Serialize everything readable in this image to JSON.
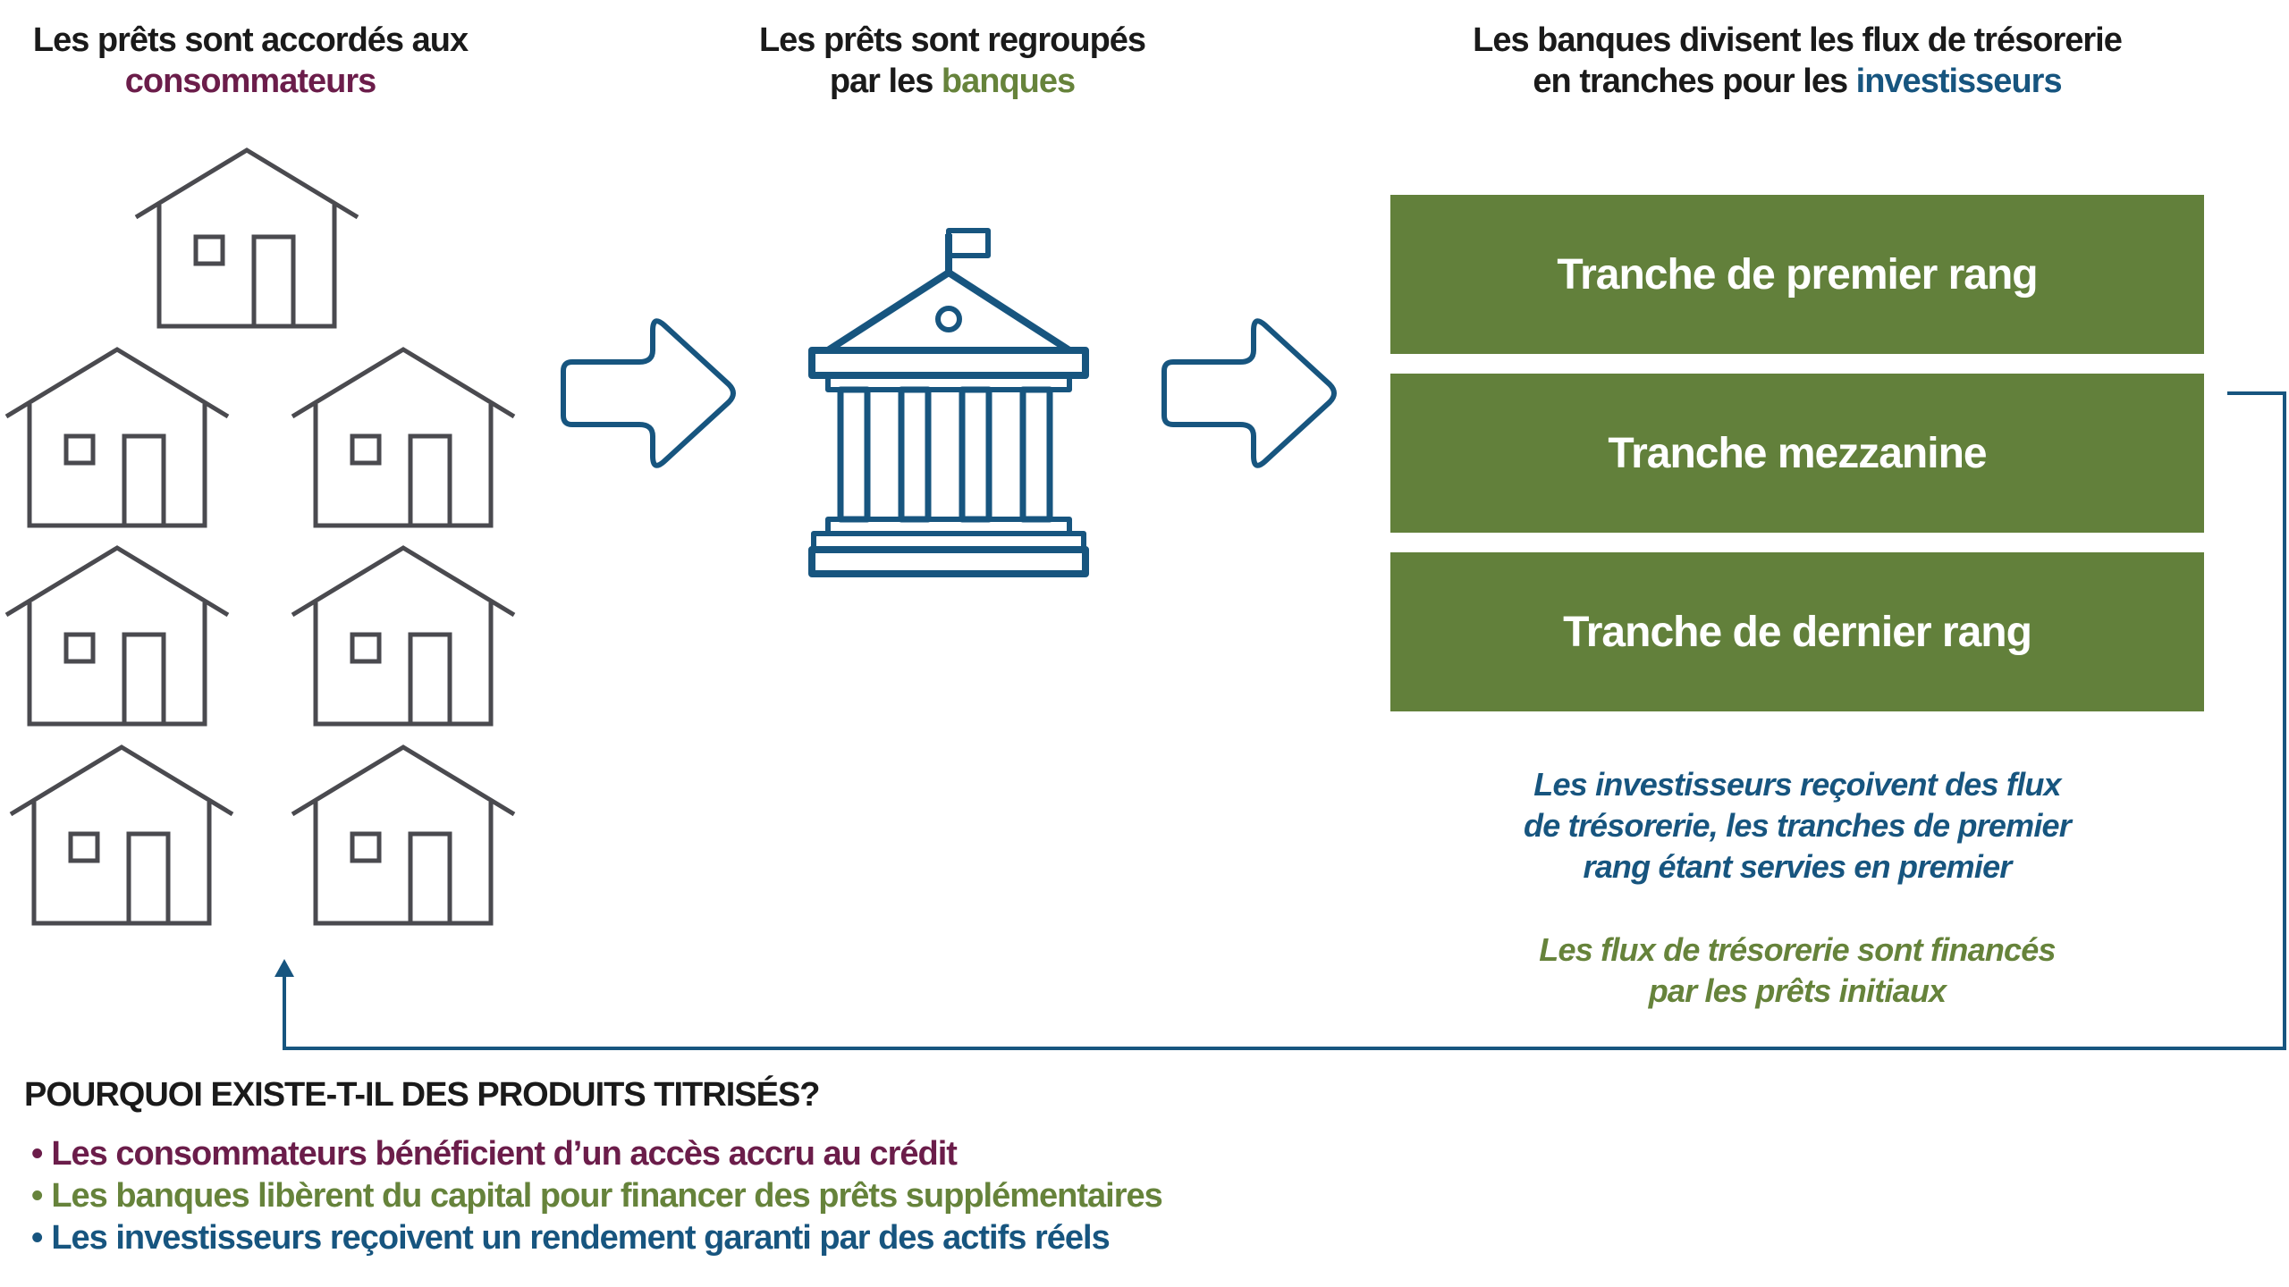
{
  "headings": {
    "consumers": {
      "line1": "Les prêts sont accordés aux",
      "highlight": "consommateurs"
    },
    "banks": {
      "line1": "Les prêts sont regroupés",
      "prefix": "par les ",
      "highlight": "banques"
    },
    "investors": {
      "line1": "Les banques divisent les flux de trésorerie",
      "prefix": "en tranches pour les ",
      "highlight": "investisseurs"
    }
  },
  "tranches": [
    {
      "label": "Tranche de premier rang"
    },
    {
      "label": "Tranche mezzanine"
    },
    {
      "label": "Tranche de dernier rang"
    }
  ],
  "notes": {
    "investors_paid": [
      "Les investisseurs reçoivent des flux",
      "de trésorerie, les tranches de premier",
      "rang étant servies en premier"
    ],
    "funded_by": [
      "Les flux de trésorerie sont financés",
      "par les prêts initiaux"
    ]
  },
  "why": {
    "title": "POURQUOI EXISTE-T-IL DES PRODUITS TITRISÉS?",
    "bullet": "•",
    "items": [
      "Les consommateurs bénéficient d’un accès accru au crédit",
      "Les banques libèrent du capital pour financer des prêts supplémentaires",
      "Les investisseurs reçoivent un rendement garanti par des actifs réels"
    ]
  },
  "icons": {
    "house": "house-icon",
    "bank": "bank-building-icon",
    "arrow": "right-arrow-icon"
  },
  "colors": {
    "purple": "#6b1d4a",
    "green": "#62803b",
    "blue": "#17557f",
    "gray": "#4a4a4f"
  }
}
